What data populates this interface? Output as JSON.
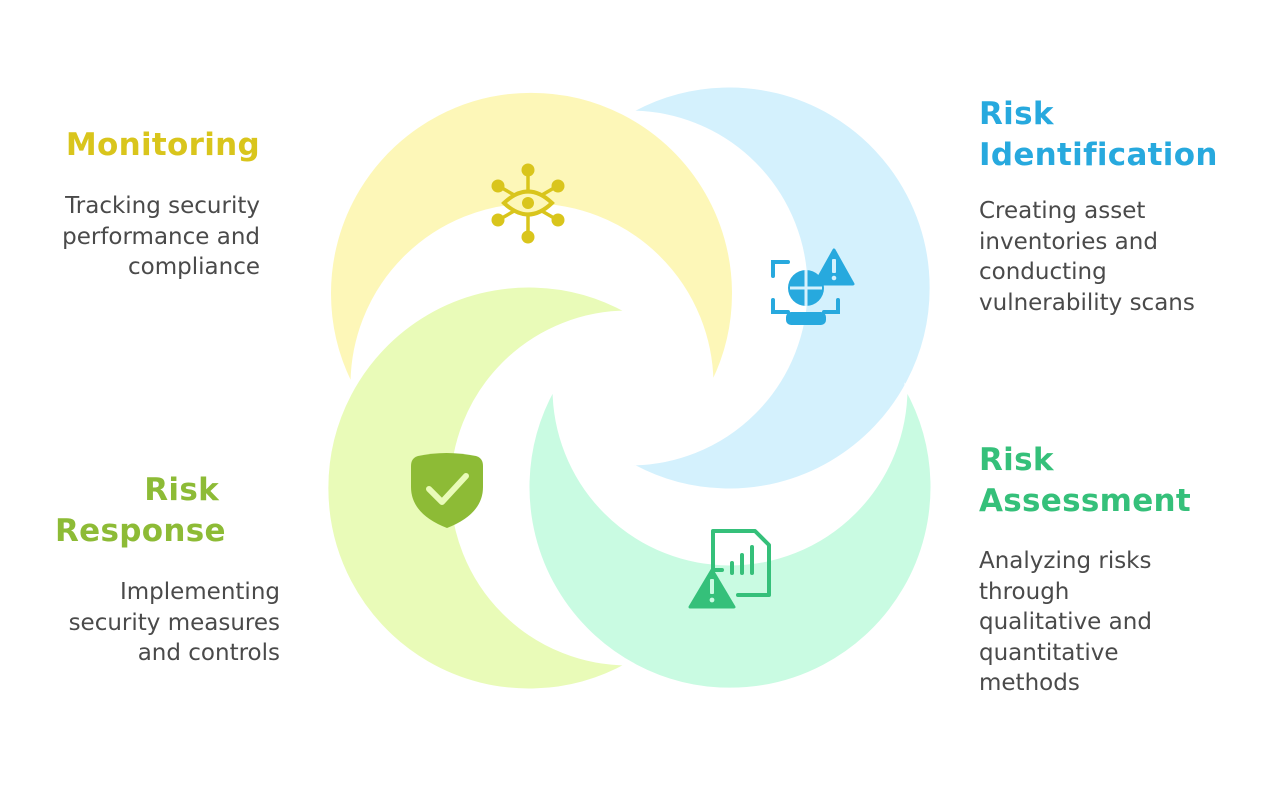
{
  "sections": {
    "monitoring": {
      "title_lines": [
        "Monitoring"
      ],
      "desc_lines": [
        "Tracking security",
        "performance and",
        "compliance"
      ],
      "color": "#d9c51c",
      "fill": "#fdf7b8",
      "icon": "eye-network-icon"
    },
    "identification": {
      "title_lines": [
        "Risk",
        "Identification"
      ],
      "desc_lines": [
        "Creating asset",
        "inventories and",
        "conducting",
        "vulnerability scans"
      ],
      "color": "#27a9de",
      "fill": "#d4f1fd",
      "icon": "monitor-warning-icon"
    },
    "assessment": {
      "title_lines": [
        "Risk",
        "Assessment"
      ],
      "desc_lines": [
        "Analyzing risks",
        "through",
        "qualitative and",
        "quantitative",
        "methods"
      ],
      "color": "#35c07a",
      "fill": "#c9fbe2",
      "icon": "report-warning-icon"
    },
    "response": {
      "title_lines": [
        "Risk",
        "Response"
      ],
      "desc_lines": [
        "Implementing",
        "security measures",
        "and controls"
      ],
      "color": "#8dbb36",
      "fill": "#e9fbb8",
      "icon": "shield-check-icon"
    }
  }
}
